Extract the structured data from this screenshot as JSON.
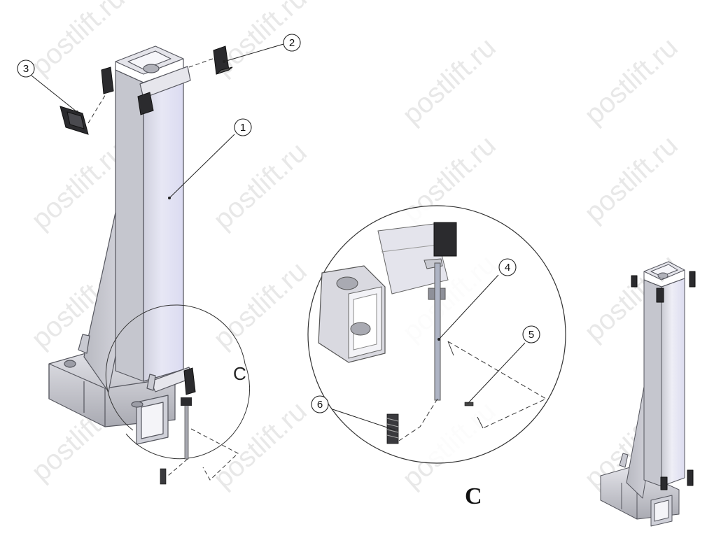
{
  "watermark": "postlift.ru",
  "view_label_small": "C",
  "view_label_large": "C",
  "callouts": [
    "1",
    "2",
    "3",
    "4",
    "5",
    "6"
  ],
  "colors": {
    "steel_light": "#e8e8ee",
    "steel_mid": "#bfc0c8",
    "steel_dark": "#8a8b94",
    "plastic": "#2b2b2e",
    "tube_inner": "#dcdcf4"
  }
}
